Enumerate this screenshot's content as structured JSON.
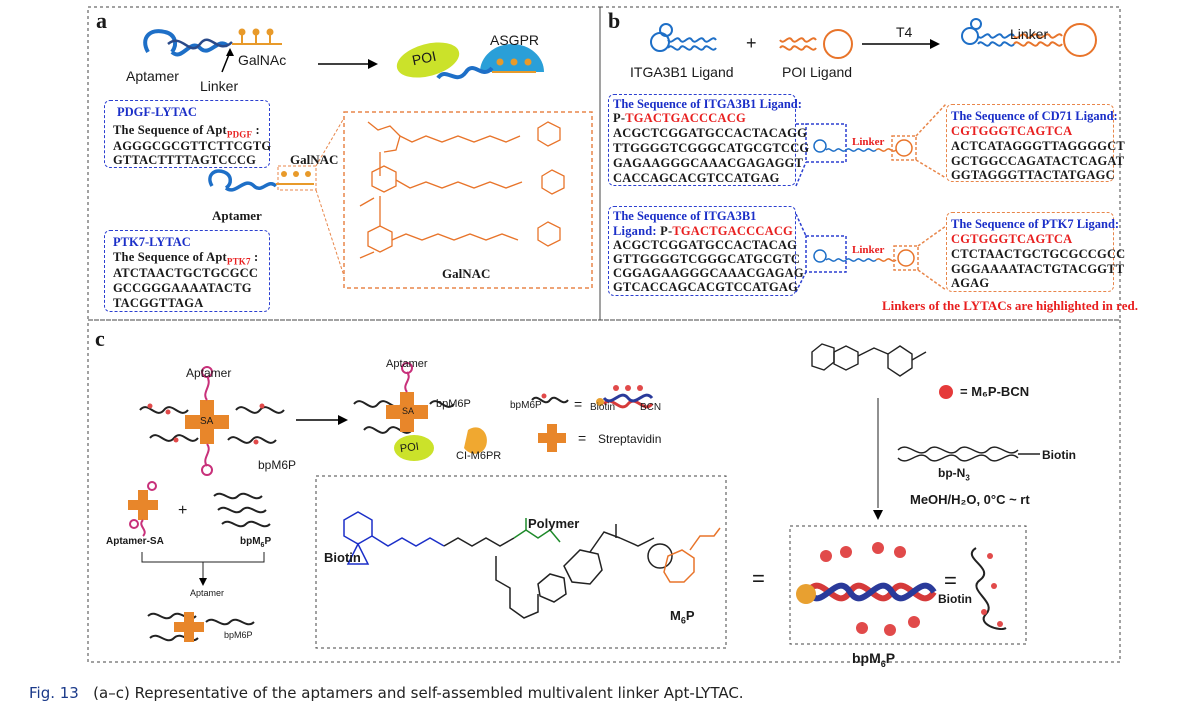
{
  "caption": {
    "label": "Fig. 13",
    "text": "(a–c) Representative of the aptamers and self-assembled multivalent linker Apt-LYTAC."
  },
  "panel_a": {
    "letter": "a",
    "aptamer": "Aptamer",
    "galnac": "GalNAc",
    "linker": "Linker",
    "poi": "POI",
    "asgpr": "ASGPR",
    "pdgf_title": "PDGF-LYTAC",
    "pdgf_seq_label": "The Sequence of Apt",
    "pdgf_sub": "PDGF",
    "pdgf_seq": [
      "AGGGCGCGTTCTTCGTG",
      "GTTACTTTTAGTCCCG"
    ],
    "ptk7_title": "PTK7-LYTAC",
    "ptk7_seq_label": "The Sequence of Apt",
    "ptk7_sub": "PTK7",
    "ptk7_seq": [
      "ATCTAACTGCTGCGCC",
      "GCCGGGAAAATACTG",
      "TACGGTTAGA"
    ],
    "galnac_small": "GalNAC",
    "aptamer_small": "Aptamer",
    "galnac_struct": "GalNAC"
  },
  "panel_b": {
    "letter": "b",
    "itga_ligand": "ITGA3B1 Ligand",
    "poi_ligand": "POI Ligand",
    "t4": "T4",
    "linker": "Linker",
    "itga_title": "The Sequence of ITGA3B1 Ligand:",
    "itga_red": "TGACTGACCCACG",
    "itga_prefix": "P-",
    "itga_seq": [
      "ACGCTCGGATGCCACTACAGG",
      "TTGGGGTCGGGCATGCGTCCG",
      "GAGAAGGGCAAACGAGAGGT",
      "CACCAGCACGTCCATGAG"
    ],
    "cd71_title": "The Sequence of CD71 Ligand:",
    "cd71_red": "CGTGGGTCAGTCA",
    "cd71_seq": [
      "ACTCATAGGGTTAGGGGCT",
      "GCTGGCCAGATACTCAGAT",
      "GGTAGGGTTACTATGAGC"
    ],
    "itga2_title1": "The Sequence of ITGA3B1",
    "itga2_title2": "Ligand:",
    "itga2_red": "TGACTGACCCACG",
    "itga2_seq": [
      "ACGCTCGGATGCCACTACAG",
      "GTTGGGGTCGGGCATGCGTC",
      "CGGAGAAGGGCAAACGAGAG",
      "GTCACCAGCACGTCCATGAG"
    ],
    "ptk7_title": "The Sequence of PTK7 Ligand:",
    "ptk7_red": "CGTGGGTCAGTCA",
    "ptk7_seq": [
      "CTCTAACTGCTGCGCCGCC",
      "GGGAAAATACTGTACGGTT",
      "AGAG"
    ],
    "linker_small": "Linker",
    "note": "Linkers of the LYTACs are highlighted in red."
  },
  "panel_c": {
    "letter": "c",
    "aptamer": "Aptamer",
    "sa": "SA",
    "bpm6p": "bpM6P",
    "poi": "POI",
    "cim6pr": "CI-M6PR",
    "biotin_small": "Biotin",
    "bcn": "BCN",
    "streptavidin": "Streptavidin",
    "eq": "=",
    "aptamer_sa": "Aptamer-SA",
    "bpm6p_sub": "bpM",
    "bpm6p_tail": "P",
    "biotin": "Biotin",
    "polymer": "Polymer",
    "m6p": "M",
    "m6p_tail": "P",
    "m6p_bcn": "= M₆P-BCN",
    "bp_n3": "bp-N",
    "biotin_chain": "Biotin",
    "conditions": "MeOH/H₂O, 0°C ~ rt",
    "bpm6p_big": "bpM",
    "biotin_right": "Biotin"
  },
  "colors": {
    "blue_border": "#2b3fd0",
    "orange_border": "#e8864a",
    "red_text": "#e81f1f",
    "biotin_blue": "#1b2fc8",
    "polymer_green": "#1e8a2a",
    "m6p_orange": "#e8742a"
  }
}
